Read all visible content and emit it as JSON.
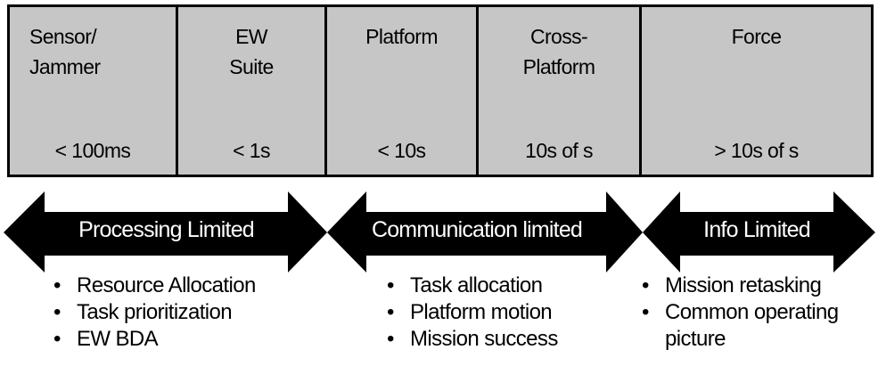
{
  "columns": [
    {
      "title": "Sensor/\nJammer",
      "time": "< 100ms"
    },
    {
      "title": "EW\nSuite",
      "time": "< 1s"
    },
    {
      "title": "Platform",
      "time": "< 10s"
    },
    {
      "title": "Cross-\nPlatform",
      "time": "10s of s"
    },
    {
      "title": "Force",
      "time": "> 10s of s"
    }
  ],
  "arrows": [
    {
      "label": "Processing Limited",
      "bullets": [
        "Resource Allocation",
        "Task prioritization",
        "EW BDA"
      ]
    },
    {
      "label": "Communication limited",
      "bullets": [
        "Task allocation",
        "Platform motion",
        "Mission success"
      ]
    },
    {
      "label": "Info Limited",
      "bullets": [
        "Mission retasking",
        "Common operating",
        "picture"
      ]
    }
  ],
  "colors": {
    "box_fill": "#c6c6c6",
    "arrow": "#000000",
    "arrow_text": "#ffffff"
  }
}
